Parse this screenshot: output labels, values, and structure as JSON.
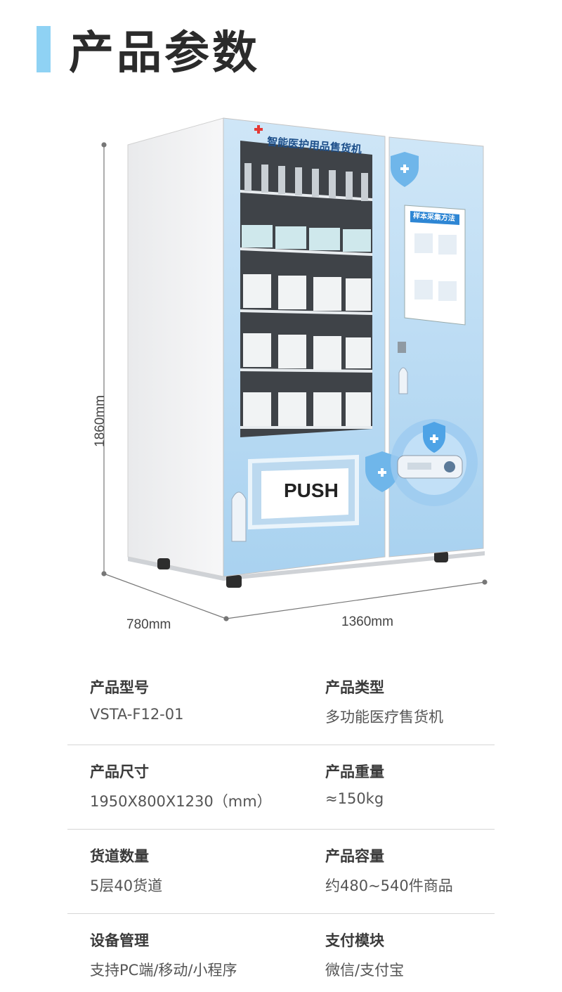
{
  "header": {
    "title": "产品参数"
  },
  "machine": {
    "banner": "智能医护用品售货机",
    "push_label": "PUSH",
    "screen_title": "样本采集方法"
  },
  "dimensions": {
    "height": "1860mm",
    "depth": "780mm",
    "width": "1360mm"
  },
  "specs": [
    [
      {
        "label": "产品型号",
        "value": "VSTA-F12-01"
      },
      {
        "label": "产品类型",
        "value": "多功能医疗售货机"
      }
    ],
    [
      {
        "label": "产品尺寸",
        "value": "1950X800X1230（mm）"
      },
      {
        "label": "产品重量",
        "value": "≈150kg"
      }
    ],
    [
      {
        "label": "货道数量",
        "value": "5层40货道"
      },
      {
        "label": "产品容量",
        "value": "约480~540件商品"
      }
    ],
    [
      {
        "label": "设备管理",
        "value": "支持PC端/移动/小程序"
      },
      {
        "label": "支付模块",
        "value": "微信/支付宝"
      }
    ]
  ],
  "colors": {
    "accent": "#8fd2f4",
    "panel": "#b9dcf3",
    "text": "#333333"
  }
}
